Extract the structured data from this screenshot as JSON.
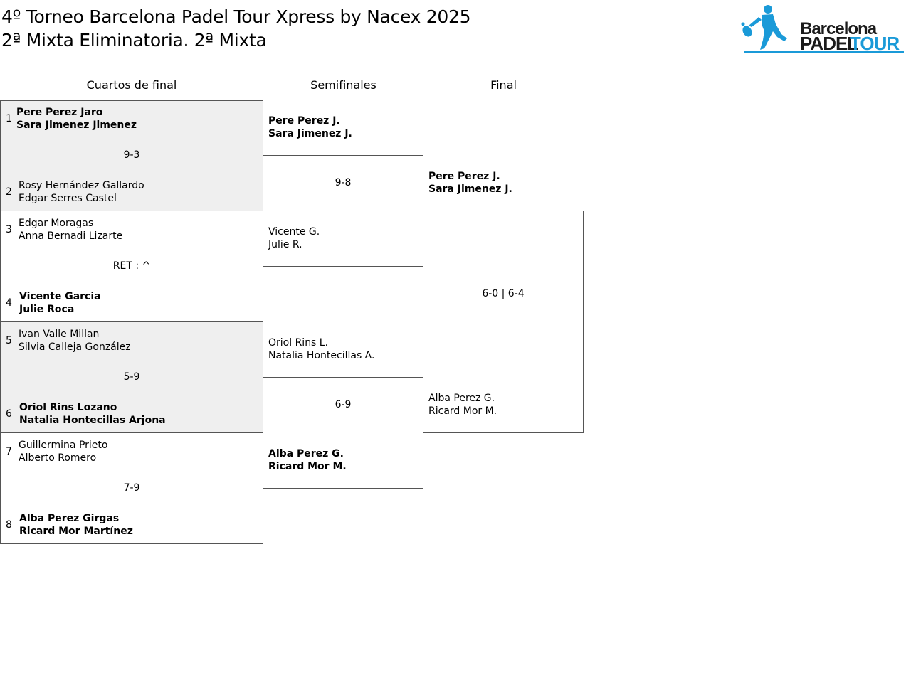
{
  "header": {
    "title_line1": "4º Torneo Barcelona Padel Tour Xpress by Nacex 2025",
    "title_line2": "2ª Mixta Eliminatoria. 2ª Mixta",
    "logo_text_top": "Barcelona",
    "logo_text_padel": "PADEL",
    "logo_text_tour": "TOUR",
    "logo_color_dark": "#1a1a1a",
    "logo_color_accent": "#1a9ad8"
  },
  "rounds": {
    "quarterfinals": "Cuartos de final",
    "semifinals": "Semifinales",
    "final": "Final"
  },
  "quarterfinals": [
    {
      "seed_a": "1",
      "a1": "Pere Perez Jaro",
      "a2": "Sara Jimenez Jimenez",
      "score": "9-3",
      "seed_b": "2",
      "b1": "Rosy Hernández Gallardo",
      "b2": "Edgar Serres Castel"
    },
    {
      "seed_a": "3",
      "a1": "Edgar Moragas",
      "a2": "Anna Bernadi Lizarte",
      "score": "RET : ^",
      "seed_b": "4",
      "b1": "Vicente Garcia",
      "b2": "Julie Roca"
    },
    {
      "seed_a": "5",
      "a1": "Ivan Valle Millan",
      "a2": "Silvia Calleja González",
      "score": "5-9",
      "seed_b": "6",
      "b1": "Oriol Rins Lozano",
      "b2": "Natalia Hontecillas Arjona"
    },
    {
      "seed_a": "7",
      "a1": "Guillermina Prieto",
      "a2": "Alberto Romero",
      "score": "7-9",
      "seed_b": "8",
      "b1": "Alba Perez Girgas",
      "b2": "Ricard Mor Martínez"
    }
  ],
  "semifinals": [
    {
      "a1": "Pere Perez J.",
      "a2": "Sara Jimenez J.",
      "score": "9-8",
      "b1": "Vicente G.",
      "b2": "Julie R."
    },
    {
      "a1": "Oriol Rins L.",
      "a2": "Natalia Hontecillas A.",
      "score": "6-9",
      "b1": "Alba Perez G.",
      "b2": "Ricard Mor M."
    }
  ],
  "final": {
    "a1": "Pere Perez J.",
    "a2": "Sara Jimenez J.",
    "score": "6-0 | 6-4",
    "b1": "Alba Perez G.",
    "b2": "Ricard Mor M."
  }
}
